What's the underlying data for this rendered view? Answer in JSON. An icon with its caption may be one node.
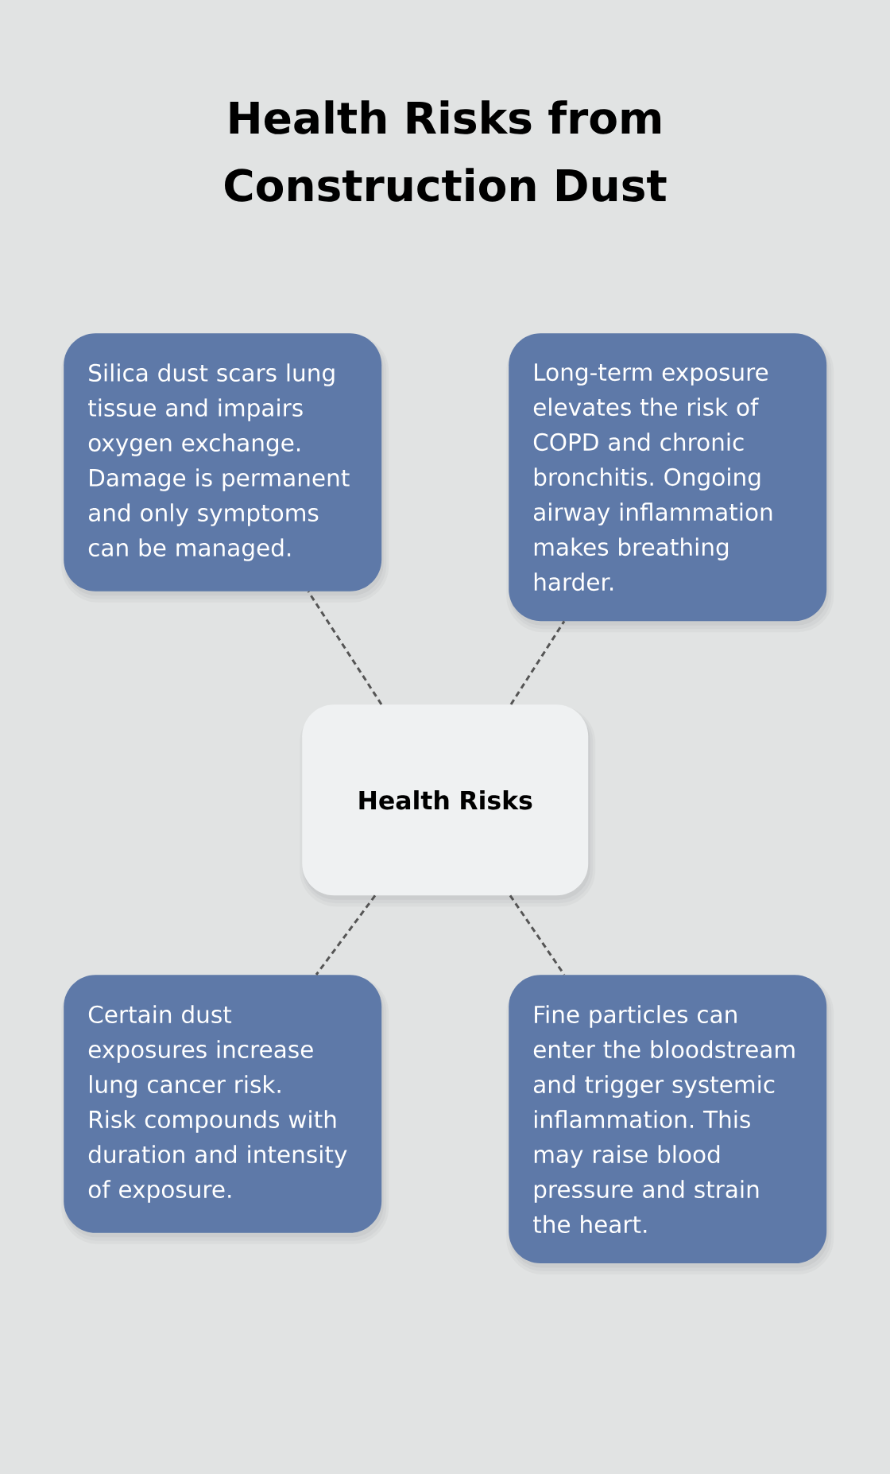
{
  "diagram": {
    "title": "Health Risks from Construction Dust",
    "nodes": [
      {
        "text": [
          "Silica dust scars lung tissue and impairs oxygen exchange. Damage is permanent and only symptoms can be managed."
        ]
      },
      {
        "text": [
          "Long-term exposure elevates the risk of COPD and chronic bronchitis. Ongoing airway inflammation makes breathing harder."
        ]
      },
      {
        "text": [
          "Health Risks"
        ]
      },
      {
        "text": [
          "Certain dust exposures increase lung cancer risk. Risk compounds with duration and intensity of exposure."
        ]
      },
      {
        "text": [
          "Fine particles can enter the bloodstream and trigger systemic inflammation. This may raise blood pressure and strain the heart."
        ]
      }
    ],
    "edges": [
      {
        "from": 2,
        "to": 0,
        "arrow": "none",
        "style": "dashed"
      },
      {
        "from": 2,
        "to": 1,
        "arrow": "none",
        "style": "dashed"
      },
      {
        "from": 2,
        "to": 3,
        "arrow": "none",
        "style": "dashed"
      },
      {
        "from": 2,
        "to": 4,
        "arrow": "none",
        "style": "dashed"
      }
    ]
  }
}
